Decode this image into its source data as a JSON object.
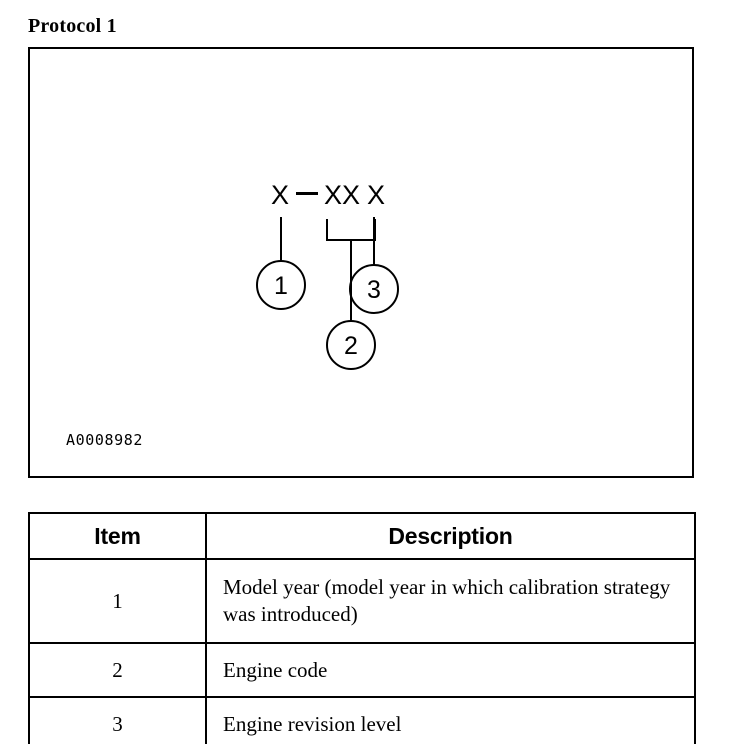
{
  "document": {
    "title": "Protocol 1"
  },
  "figure": {
    "reference_code": "A0008982",
    "code_label": "X —XX X",
    "code_parts": {
      "part1": "X",
      "dash": "—",
      "part2": "XX",
      "part3": "X"
    },
    "callouts": [
      {
        "number": "1",
        "target": "part1"
      },
      {
        "number": "2",
        "target": "part2"
      },
      {
        "number": "3",
        "target": "part3"
      }
    ]
  },
  "table": {
    "headers": {
      "item": "Item",
      "description": "Description"
    },
    "rows": [
      {
        "item": "1",
        "description": "Model year (model year in which calibration strategy was introduced)"
      },
      {
        "item": "2",
        "description": "Engine code"
      },
      {
        "item": "3",
        "description": "Engine revision level"
      }
    ]
  },
  "colors": {
    "ink": "#000000",
    "paper": "#ffffff"
  }
}
